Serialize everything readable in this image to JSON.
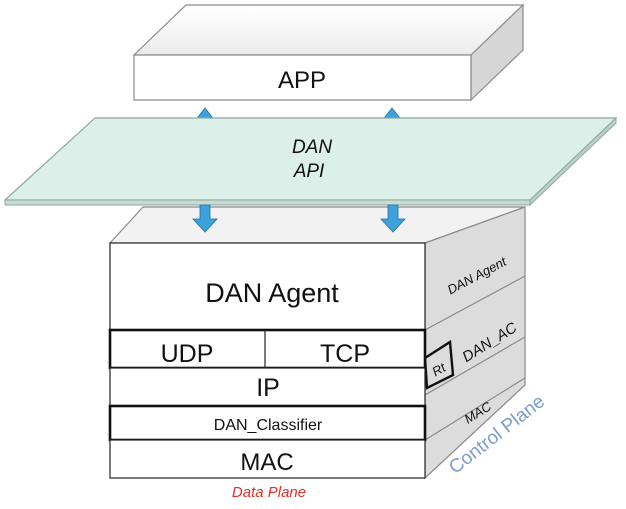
{
  "app": {
    "label": "APP"
  },
  "api": {
    "line1": "DAN",
    "line2": "API"
  },
  "stack": {
    "agent": "DAN Agent",
    "udp": "UDP",
    "tcp": "TCP",
    "ip": "IP",
    "classifier": "DAN_Classifier",
    "mac": "MAC"
  },
  "side": {
    "agent": "DAN Agent",
    "ac": "DAN_AC",
    "rt": "Rt",
    "mac": "MAC"
  },
  "planes": {
    "data": "Data Plane",
    "control": "Control Plane"
  },
  "colors": {
    "api_plane_fill": "#dcefe8",
    "arrow_fill": "#3da2dc",
    "side_fill": "#dcdcdc",
    "top_fill": "#f2f2f2",
    "data_plane_text": "#e0302a",
    "control_plane_text": "#7a9cc9"
  }
}
